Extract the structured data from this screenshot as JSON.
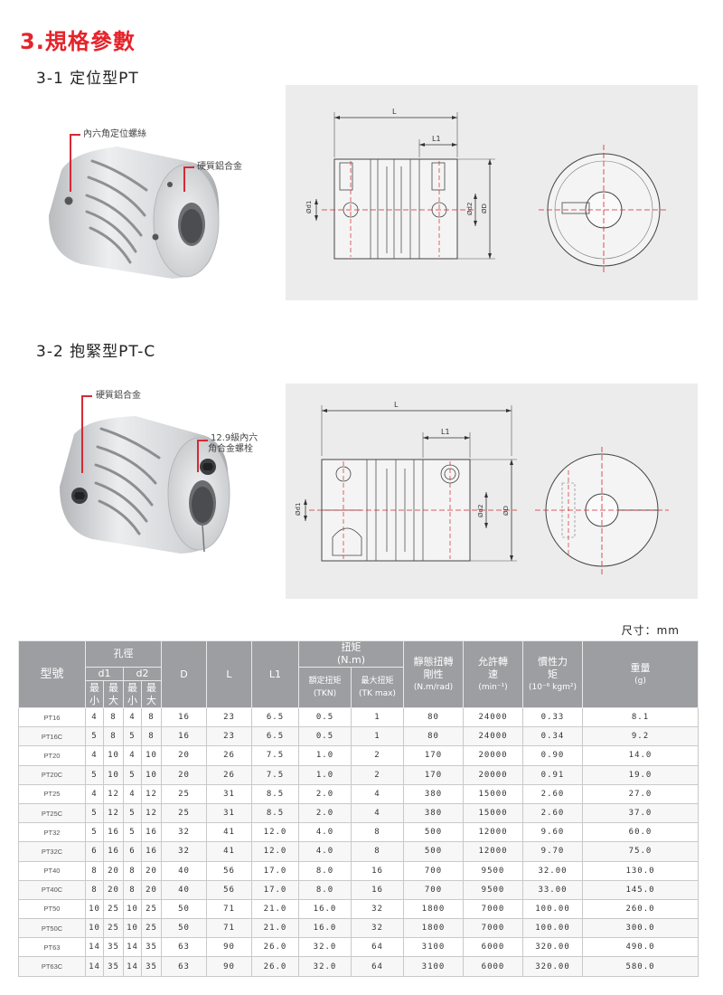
{
  "section_title": "3.規格參數",
  "pt": {
    "subtitle": "3-1 定位型PT",
    "callout_1": "內六角定位螺絲",
    "callout_2": "硬質鋁合金",
    "dims": {
      "L": "L",
      "L1": "L1",
      "d1": "Ød1",
      "d2": "Ød2",
      "D": "ØD"
    }
  },
  "ptc": {
    "subtitle": "3-2 抱緊型PT-C",
    "callout_1": "硬質鋁合金",
    "callout_2_line1": "12.9級內六",
    "callout_2_line2": "角合金螺栓",
    "dims": {
      "L": "L",
      "L1": "L1",
      "d1": "Ød1",
      "d2": "Ød2",
      "D": "ØD"
    }
  },
  "unit_label": "尺寸：mm",
  "table": {
    "headers": {
      "model": "型號",
      "bore": "孔徑",
      "d1": "d1",
      "d2": "d2",
      "min": "最小",
      "max": "最大",
      "D": "D",
      "L": "L",
      "L1": "L1",
      "torque": "扭矩",
      "torque_unit": "(N.m)",
      "rated": "額定扭矩",
      "rated_unit": "(TKN)",
      "max_torque": "最大扭矩",
      "max_torque_unit": "(TK max)",
      "stiffness": "靜態扭轉剛性",
      "stiffness_unit": "(N.m/rad)",
      "speed": "允許轉速",
      "speed_unit": "(min⁻¹)",
      "inertia": "慣性力矩",
      "inertia_unit": "(10⁻⁶ kgm²)",
      "weight": "重量",
      "weight_unit": "(g)"
    },
    "rows": [
      [
        "PT16",
        "4",
        "8",
        "4",
        "8",
        "16",
        "23",
        "6.5",
        "0.5",
        "1",
        "80",
        "24000",
        "0.33",
        "8.1"
      ],
      [
        "PT16C",
        "5",
        "8",
        "5",
        "8",
        "16",
        "23",
        "6.5",
        "0.5",
        "1",
        "80",
        "24000",
        "0.34",
        "9.2"
      ],
      [
        "PT20",
        "4",
        "10",
        "4",
        "10",
        "20",
        "26",
        "7.5",
        "1.0",
        "2",
        "170",
        "20000",
        "0.90",
        "14.0"
      ],
      [
        "PT20C",
        "5",
        "10",
        "5",
        "10",
        "20",
        "26",
        "7.5",
        "1.0",
        "2",
        "170",
        "20000",
        "0.91",
        "19.0"
      ],
      [
        "PT25",
        "4",
        "12",
        "4",
        "12",
        "25",
        "31",
        "8.5",
        "2.0",
        "4",
        "380",
        "15000",
        "2.60",
        "27.0"
      ],
      [
        "PT25C",
        "5",
        "12",
        "5",
        "12",
        "25",
        "31",
        "8.5",
        "2.0",
        "4",
        "380",
        "15000",
        "2.60",
        "37.0"
      ],
      [
        "PT32",
        "5",
        "16",
        "5",
        "16",
        "32",
        "41",
        "12.0",
        "4.0",
        "8",
        "500",
        "12000",
        "9.60",
        "60.0"
      ],
      [
        "PT32C",
        "6",
        "16",
        "6",
        "16",
        "32",
        "41",
        "12.0",
        "4.0",
        "8",
        "500",
        "12000",
        "9.70",
        "75.0"
      ],
      [
        "PT40",
        "8",
        "20",
        "8",
        "20",
        "40",
        "56",
        "17.0",
        "8.0",
        "16",
        "700",
        "9500",
        "32.00",
        "130.0"
      ],
      [
        "PT40C",
        "8",
        "20",
        "8",
        "20",
        "40",
        "56",
        "17.0",
        "8.0",
        "16",
        "700",
        "9500",
        "33.00",
        "145.0"
      ],
      [
        "PT50",
        "10",
        "25",
        "10",
        "25",
        "50",
        "71",
        "21.0",
        "16.0",
        "32",
        "1800",
        "7000",
        "100.00",
        "260.0"
      ],
      [
        "PT50C",
        "10",
        "25",
        "10",
        "25",
        "50",
        "71",
        "21.0",
        "16.0",
        "32",
        "1800",
        "7000",
        "100.00",
        "300.0"
      ],
      [
        "PT63",
        "14",
        "35",
        "14",
        "35",
        "63",
        "90",
        "26.0",
        "32.0",
        "64",
        "3100",
        "6000",
        "320.00",
        "490.0"
      ],
      [
        "PT63C",
        "14",
        "35",
        "14",
        "35",
        "63",
        "90",
        "26.0",
        "32.0",
        "64",
        "3100",
        "6000",
        "320.00",
        "580.0"
      ]
    ]
  }
}
